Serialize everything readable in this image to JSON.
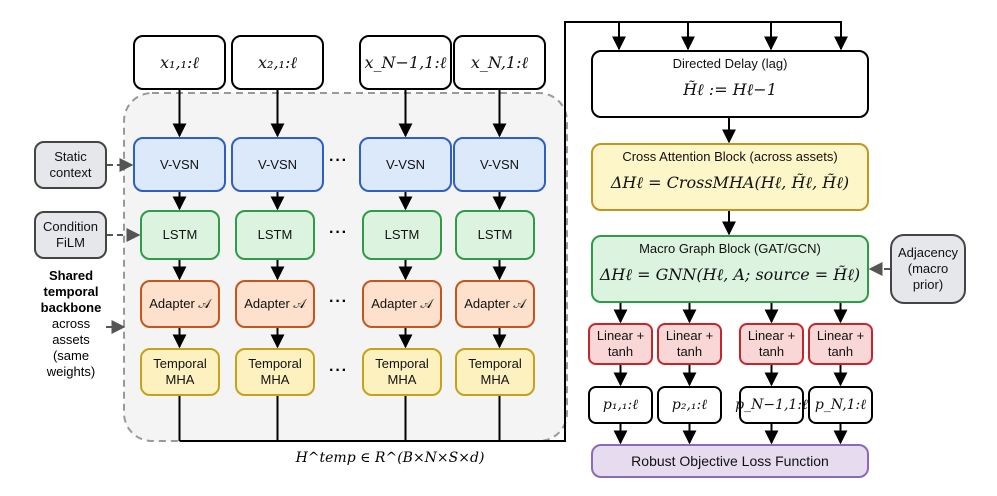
{
  "inputs": [
    "x₁,₁:ℓ",
    "x₂,₁:ℓ",
    "x_N−1,1:ℓ",
    "x_N,1:ℓ"
  ],
  "ellipsis": "···",
  "rows": {
    "vvsn": "V-VSN",
    "lstm": "LSTM",
    "adapter": "Adapter 𝒜",
    "tmha_line1": "Temporal",
    "tmha_line2": "MHA"
  },
  "side": {
    "static_line1": "Static",
    "static_line2": "context",
    "cond_line1": "Condition",
    "cond_line2": "FiLM",
    "shared_line1": "Shared",
    "shared_line2": "temporal",
    "shared_line3": "backbone",
    "across_line1": "across",
    "across_line2": "assets",
    "across_line3": "(same",
    "across_line4": "weights)"
  },
  "htemp_label": "H^temp ∈ R^(B×N×S×d)",
  "delay": {
    "title": "Directed Delay (lag)",
    "eq": "H̃ℓ := Hℓ−1"
  },
  "cross": {
    "title": "Cross Attention Block (across assets)",
    "eq": "ΔHℓ = CrossMHA(Hℓ, H̃ℓ, H̃ℓ)"
  },
  "graph": {
    "title": "Macro Graph Block (GAT/GCN)",
    "eq": "ΔHℓ = GNN(Hℓ, A; source = H̃ℓ)"
  },
  "adjacency": {
    "line1": "Adjacency",
    "line2": "(macro",
    "line3": "prior)"
  },
  "linear": {
    "line1": "Linear +",
    "line2": "tanh"
  },
  "outputs": [
    "p₁,₁:ℓ",
    "p₂,₁:ℓ",
    "p_N−1,1:ℓ",
    "p_N,1:ℓ"
  ],
  "loss": "Robust Objective Loss Function",
  "colors": {
    "vvsn_fill": "#dbe9fb",
    "vvsn_border": "#2f5fc5",
    "lstm_fill": "#dcf3df",
    "lstm_border": "#2f9a47",
    "adapter_fill": "#fde1cc",
    "adapter_border": "#c4561d",
    "tmha_fill": "#fdf1c0",
    "tmha_border": "#c4a21d",
    "cross_fill": "#fdf6c8",
    "cross_border": "#c4961d",
    "linear_fill": "#f9d7d7",
    "linear_border": "#c4262c",
    "loss_fill": "#e6dbef",
    "loss_border": "#8e69b5"
  }
}
